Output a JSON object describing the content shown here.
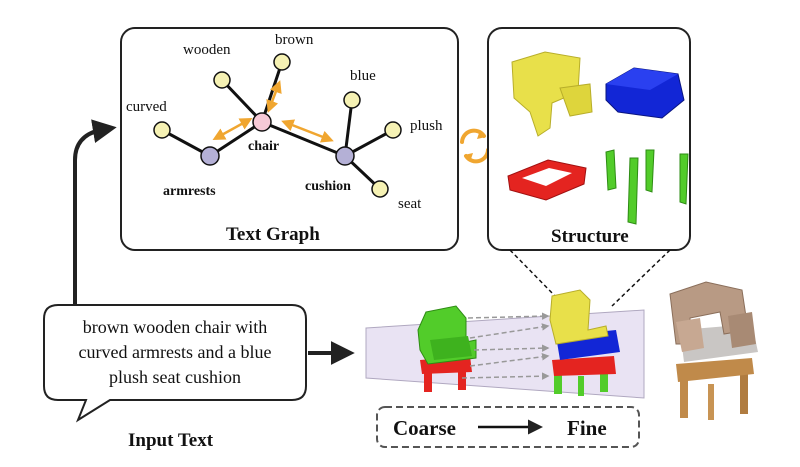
{
  "text_graph": {
    "title": "Text Graph",
    "nodes": {
      "chair": "chair",
      "armrests": "armrests",
      "cushion": "cushion",
      "curved": "curved",
      "wooden": "wooden",
      "brown": "brown",
      "blue": "blue",
      "plush": "plush",
      "seat": "seat"
    }
  },
  "structure": {
    "title": "Structure"
  },
  "input_text": {
    "lines": [
      "brown wooden chair with",
      "curved armrests and a blue",
      "plush seat cushion"
    ],
    "caption": "Input Text"
  },
  "refinement": {
    "coarse": "Coarse",
    "fine": "Fine"
  },
  "colors": {
    "node_attr": "#f6f2b4",
    "node_part": "#b4b0d6",
    "node_root": "#f6c9d6",
    "arrow_orange": "#f0a630",
    "part_yellow": "#e8e04a",
    "part_blue": "#1226d6",
    "part_red": "#e42420",
    "part_green": "#52cc2a",
    "plane": "#e9e3f3"
  }
}
